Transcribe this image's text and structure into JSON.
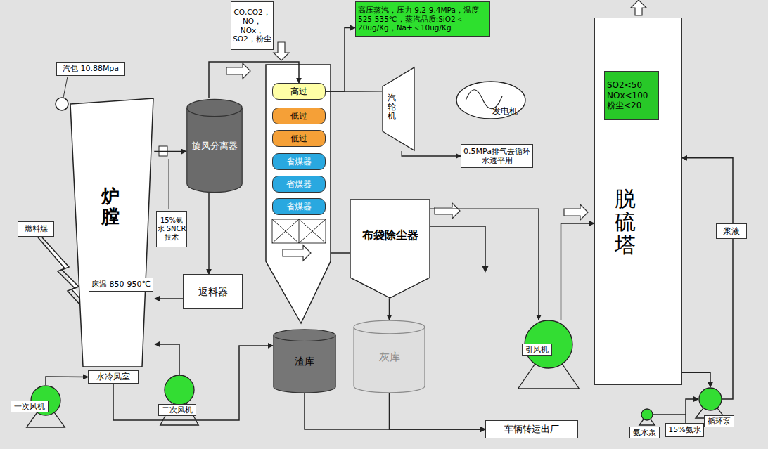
{
  "diagram": {
    "nodes": [
      {
        "text": [
          "汽包 10.88Mpa"
        ]
      },
      {
        "text": [
          "CO,CO2， NO，NOx， SO2，粉尘"
        ]
      },
      {
        "text": [
          "高压蒸汽，压力 9.2-9.4MPa，温度 525-535℃，蒸汽品质:SiO2＜20ug/Kg，Na+＜10ug/Kg"
        ]
      },
      {
        "text": [
          "炉膛"
        ]
      },
      {
        "text": [
          "旋风分离器"
        ]
      },
      {
        "text": [
          "高过"
        ]
      },
      {
        "text": [
          "低过"
        ]
      },
      {
        "text": [
          "低过"
        ]
      },
      {
        "text": [
          "省煤器"
        ]
      },
      {
        "text": [
          "省煤器"
        ]
      },
      {
        "text": [
          "省煤器"
        ]
      },
      {
        "text": [
          "汽轮机"
        ]
      },
      {
        "text": [
          "发电机"
        ]
      },
      {
        "text": [
          "0.5MPa排气去循环水透平用"
        ]
      },
      {
        "text": [
          "脱硫塔"
        ]
      },
      {
        "text": [
          "SO2<50 NOx<100 粉尘<20"
        ],
        "in": 14
      },
      {
        "text": [
          "15%氨水 SNCR 技术"
        ]
      },
      {
        "text": [
          "燃料煤"
        ]
      },
      {
        "text": [
          "床温 850-950℃"
        ]
      },
      {
        "text": [
          "返料器"
        ]
      },
      {
        "text": [
          "布袋除尘器"
        ]
      },
      {
        "text": [
          "浆液"
        ]
      },
      {
        "text": [
          "水冷风室"
        ]
      },
      {
        "text": [
          "渣库"
        ]
      },
      {
        "text": [
          "灰库"
        ]
      },
      {
        "text": [
          "引风机"
        ]
      },
      {
        "text": [
          "一次风机"
        ]
      },
      {
        "text": [
          "二次风机"
        ]
      },
      {
        "text": [
          "氨水泵"
        ]
      },
      {
        "text": [
          "15%氨水"
        ]
      },
      {
        "text": [
          "循环泵"
        ]
      },
      {
        "text": [
          "车辆转运出厂"
        ]
      }
    ],
    "edges": [
      {
        "from": 3,
        "to": 4,
        "arrow": "to"
      },
      {
        "from": 4,
        "to": 5,
        "arrow": "to"
      },
      {
        "from": 4,
        "to": 19,
        "arrow": "to"
      },
      {
        "from": 19,
        "to": 3,
        "arrow": "to"
      },
      {
        "from": 5,
        "to": 11,
        "arrow": "none"
      },
      {
        "from": 5,
        "to": 2,
        "arrow": "to"
      },
      {
        "from": 11,
        "to": 13,
        "arrow": "to"
      },
      {
        "from": 20,
        "to": 25,
        "arrow": "to"
      },
      {
        "from": 20,
        "to": 24,
        "arrow": "to"
      },
      {
        "from": 25,
        "to": 14,
        "arrow": "to"
      },
      {
        "from": 26,
        "to": 22,
        "arrow": "to"
      },
      {
        "from": 27,
        "to": 3,
        "arrow": "to"
      },
      {
        "from": 22,
        "to": 23,
        "arrow": "to"
      },
      {
        "from": 23,
        "to": 31,
        "arrow": "to"
      },
      {
        "from": 24,
        "to": 31,
        "arrow": "to"
      },
      {
        "from": 14,
        "to": 30,
        "arrow": "to"
      },
      {
        "from": 30,
        "to": 14,
        "arrow": "to"
      },
      {
        "from": 28,
        "to": 30,
        "arrow": "to"
      }
    ]
  }
}
